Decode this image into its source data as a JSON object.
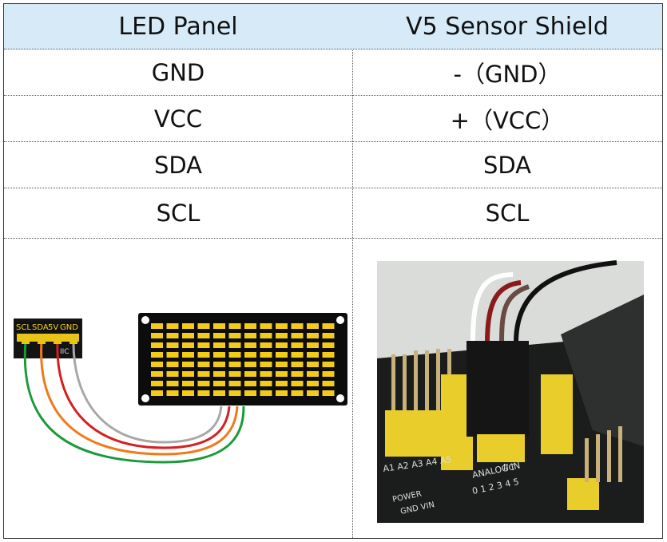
{
  "table": {
    "headers": [
      "LED Panel",
      "V5 Sensor Shield"
    ],
    "rows": [
      {
        "led": "GND",
        "shield": "-（GND）"
      },
      {
        "led": "VCC",
        "shield": "+（VCC）"
      },
      {
        "led": "SDA",
        "shield": "SDA"
      },
      {
        "led": "SCL",
        "shield": "SCL"
      }
    ]
  },
  "diagram": {
    "header_labels": [
      "SCL",
      "SDA",
      "5V",
      "GND"
    ],
    "header_tag": "IIC",
    "wire_colors": [
      "#1a9a3a",
      "#f07a1a",
      "#d42020",
      "#a8a8a8"
    ]
  },
  "photo": {
    "silk_labels": [
      "A1 A2 A3 A4 A5",
      "IIC",
      "ANALOG IN",
      "0 1 2 3 4 5",
      "POWER",
      "GND VIN"
    ]
  }
}
